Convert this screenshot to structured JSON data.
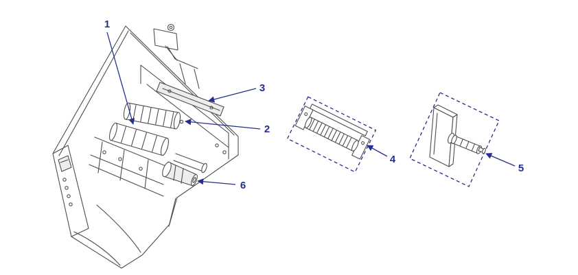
{
  "callouts": [
    "1",
    "2",
    "3",
    "4",
    "5",
    "6"
  ],
  "colors": {
    "accent": "#232f8b",
    "line": "#4d4d4d",
    "background": "#ffffff"
  }
}
